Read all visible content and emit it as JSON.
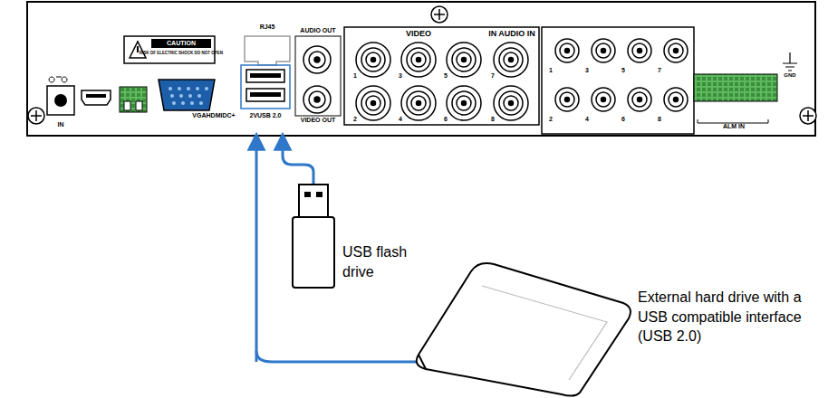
{
  "diagram": {
    "labels": [
      "CAUTION",
      "RISK OF ELECTRIC SHOCK DO NOT OPEN",
      "IN",
      "VGAHDMIDC+",
      "2VUSB 2.0",
      "RJ45",
      "AUDIO OUT",
      "VIDEO OUT",
      "VIDEO",
      "IN AUDIO IN",
      "1",
      "3",
      "5",
      "7",
      "2",
      "4",
      "6",
      "8",
      "1",
      "3",
      "5",
      "7",
      "2",
      "4",
      "6",
      "8",
      "ALM IN",
      "GND",
      "USB flash drive",
      "External hard drive with a USB compatible interface (USB 2.0)"
    ]
  }
}
